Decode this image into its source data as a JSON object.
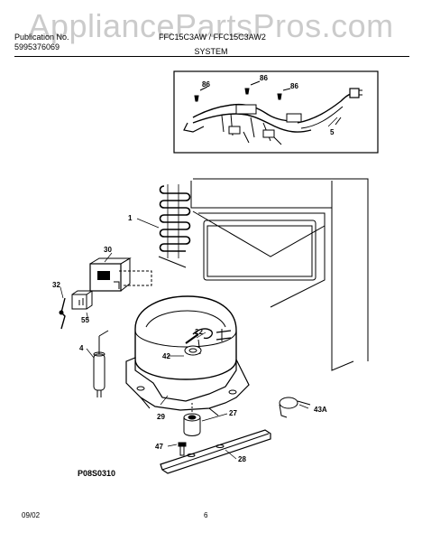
{
  "watermark": "AppliancePartsPros.com",
  "header": {
    "publication_label": "Publication No.",
    "publication_number": "5995376069",
    "models": "FFC15C3AW / FFC15C3AW2"
  },
  "section_title": "SYSTEM",
  "figure_id": "P08S0310",
  "footer": {
    "date": "09/02",
    "page": "6"
  },
  "callouts": {
    "c86a": "86",
    "c86b": "86",
    "c86c": "86",
    "c5": "5",
    "c1": "1",
    "c30": "30",
    "c32": "32",
    "c55": "55",
    "c22": "22",
    "c42": "42",
    "c4": "4",
    "c29": "29",
    "c27": "27",
    "c43A": "43A",
    "c47": "47",
    "c28": "28"
  },
  "colors": {
    "line": "#000000",
    "watermark": "#a0a0a0"
  }
}
